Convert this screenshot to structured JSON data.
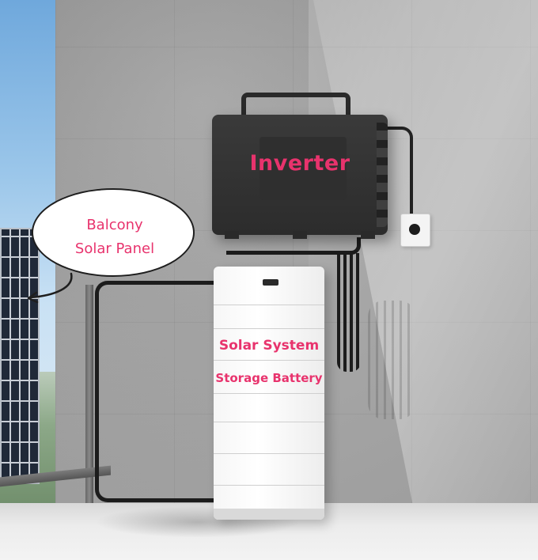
{
  "image": {
    "labels": {
      "inverter": "Inverter",
      "balcony_panel_line1": "Balcony",
      "balcony_panel_line2": "Solar Panel",
      "battery_line1": "Solar System",
      "battery_line2": "Storage Battery"
    },
    "colors": {
      "label_accent": "#e8336d",
      "inverter_body": "#2c2c2c",
      "battery_body": "#f6f6f6",
      "wall": "#a8a8a8"
    }
  }
}
